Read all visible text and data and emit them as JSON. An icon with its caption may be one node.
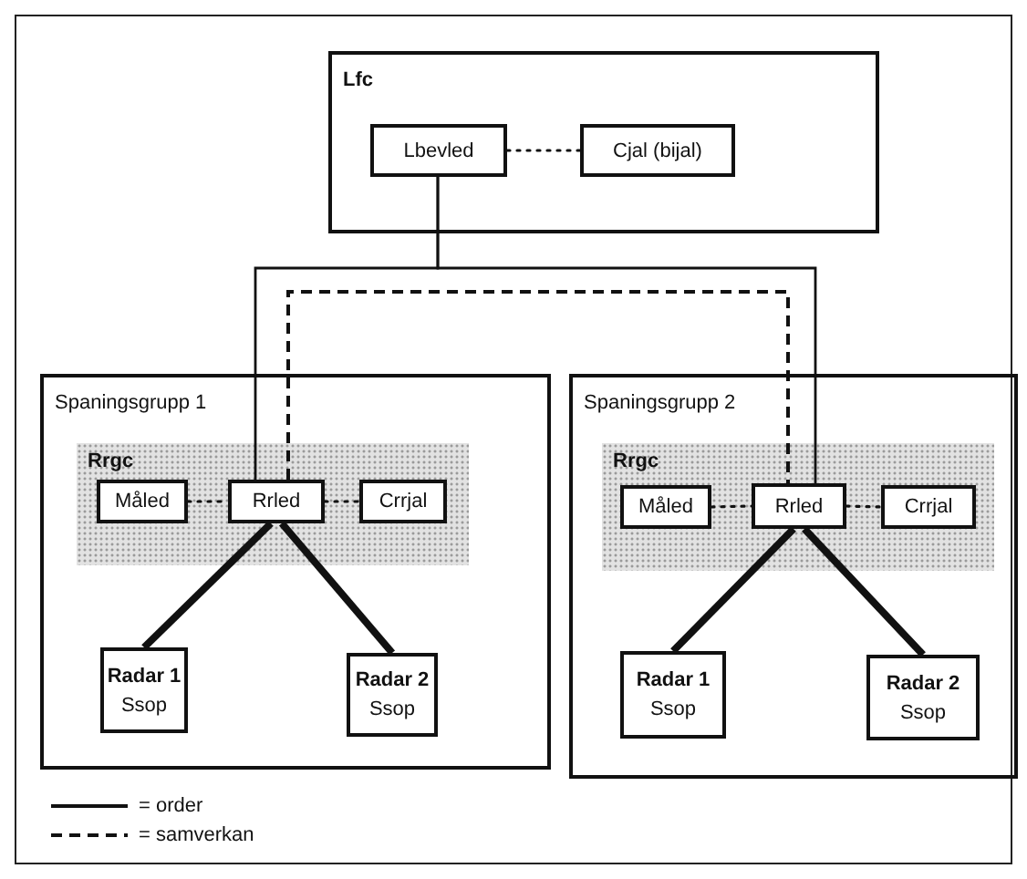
{
  "diagram": {
    "nodes": [
      {
        "text": [
          "Lfc"
        ]
      },
      {
        "text": [
          "Lbevled"
        ],
        "in": 0
      },
      {
        "text": [
          "Cjal (bijal)"
        ],
        "in": 0
      },
      {
        "text": [
          "Spaningsgrupp 1"
        ]
      },
      {
        "text": [
          "Rrgc"
        ],
        "in": 3
      },
      {
        "text": [
          "Måled"
        ],
        "in": 4
      },
      {
        "text": [
          "Rrled"
        ],
        "in": 4
      },
      {
        "text": [
          "Crrjal"
        ],
        "in": 4
      },
      {
        "text": [
          "Radar 1",
          "Ssop"
        ],
        "in": 3
      },
      {
        "text": [
          "Radar 2",
          "Ssop"
        ],
        "in": 3
      },
      {
        "text": [
          "Spaningsgrupp 2"
        ]
      },
      {
        "text": [
          "Rrgc"
        ],
        "in": 10
      },
      {
        "text": [
          "Måled"
        ],
        "in": 11
      },
      {
        "text": [
          "Rrled"
        ],
        "in": 11
      },
      {
        "text": [
          "Crrjal"
        ],
        "in": 11
      },
      {
        "text": [
          "Radar 1",
          "Ssop"
        ],
        "in": 10
      },
      {
        "text": [
          "Radar 2",
          "Ssop"
        ],
        "in": 10
      }
    ],
    "edges": [
      {
        "from": 1,
        "to": 2,
        "arrow": "none",
        "style": "dashed"
      },
      {
        "from": 1,
        "to": 6,
        "arrow": "none"
      },
      {
        "from": 1,
        "to": 13,
        "arrow": "none"
      },
      {
        "from": 6,
        "to": 13,
        "arrow": "none",
        "style": "dashed"
      },
      {
        "from": 5,
        "to": 6,
        "arrow": "none",
        "style": "dashed"
      },
      {
        "from": 6,
        "to": 7,
        "arrow": "none",
        "style": "dashed"
      },
      {
        "from": 6,
        "to": 8,
        "arrow": "none",
        "style": "thick"
      },
      {
        "from": 6,
        "to": 9,
        "arrow": "none",
        "style": "thick"
      },
      {
        "from": 12,
        "to": 13,
        "arrow": "none",
        "style": "dashed"
      },
      {
        "from": 13,
        "to": 14,
        "arrow": "none",
        "style": "dashed"
      },
      {
        "from": 13,
        "to": 15,
        "arrow": "none",
        "style": "thick"
      },
      {
        "from": 13,
        "to": 16,
        "arrow": "none",
        "style": "thick"
      }
    ],
    "legend": [
      {
        "text": "= order"
      },
      {
        "text": "= samverkan"
      }
    ]
  }
}
